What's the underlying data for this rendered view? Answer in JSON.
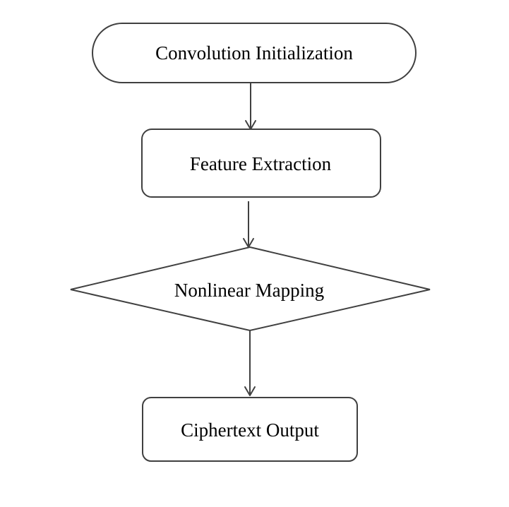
{
  "diagram": {
    "nodes": [
      {
        "id": "start",
        "shape": "terminator",
        "label": "Convolution Initialization"
      },
      {
        "id": "feature",
        "shape": "process",
        "label": "Feature Extraction"
      },
      {
        "id": "mapping",
        "shape": "decision",
        "label": "Nonlinear Mapping"
      },
      {
        "id": "output",
        "shape": "process",
        "label": "Ciphertext Output"
      }
    ],
    "edges": [
      {
        "from": "start",
        "to": "feature"
      },
      {
        "from": "feature",
        "to": "mapping"
      },
      {
        "from": "mapping",
        "to": "output"
      }
    ],
    "colors": {
      "stroke": "#404040",
      "fill": "#ffffff",
      "text": "#000000"
    }
  }
}
